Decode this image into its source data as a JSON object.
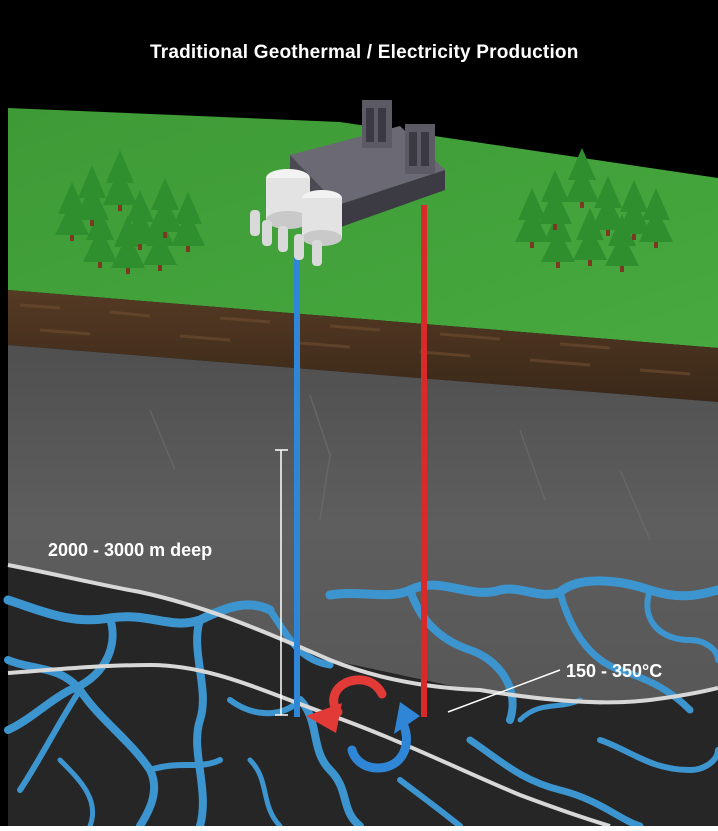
{
  "title": "Traditional Geothermal / Electricity Production",
  "depth_label": "2000 - 3000 m deep",
  "temperature_label": "150 - 350°C",
  "colors": {
    "sky": "#000000",
    "grass": "#3f9f3a",
    "soil": "#4a3320",
    "rock_upper": "#5c5c5c",
    "rock_lower": "#262626",
    "fractures": "#3d95cf",
    "cold_pipe": "#2f86d6",
    "hot_pipe": "#d92a2a",
    "plant": "#5b5a64"
  }
}
